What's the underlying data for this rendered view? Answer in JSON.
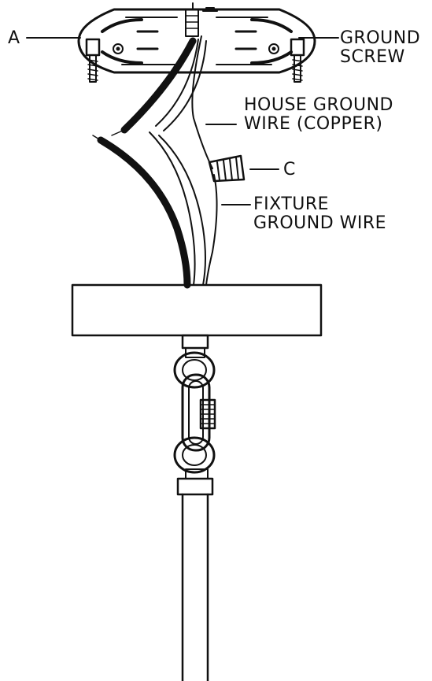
{
  "labels": {
    "a": "A",
    "ground_screw": [
      "GROUND",
      "SCREW"
    ],
    "house_ground_wire": [
      "HOUSE GROUND",
      "WIRE (COPPER)"
    ],
    "c": "C",
    "fixture_ground_wire": [
      "FIXTURE",
      "GROUND WIRE"
    ]
  },
  "colors": {
    "line": "#111111",
    "background": "#ffffff"
  }
}
